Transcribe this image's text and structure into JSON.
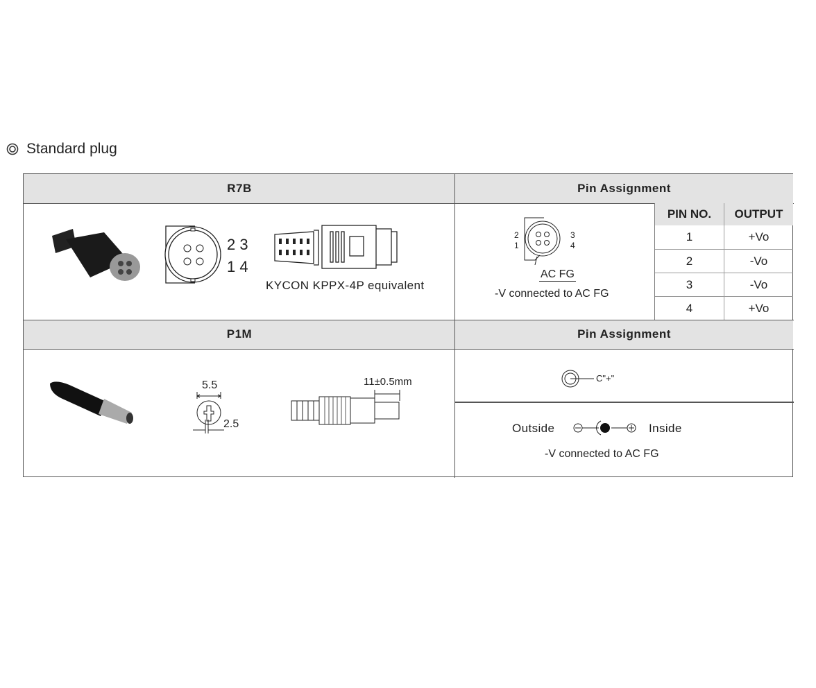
{
  "section_title": "Standard plug",
  "r7b": {
    "title": "R7B",
    "pin_labels_top": "2 3",
    "pin_labels_bottom": "1 4",
    "caption": "KYCON KPPX-4P equivalent"
  },
  "r7b_pins": {
    "title": "Pin Assignment",
    "diagram": {
      "l2": "2",
      "l1": "1",
      "l3": "3",
      "l4": "4",
      "acfg": "AC FG"
    },
    "note": "-V connected to AC FG",
    "table": {
      "headers": [
        "PIN NO.",
        "OUTPUT"
      ],
      "rows": [
        [
          "1",
          "+Vo"
        ],
        [
          "2",
          "-Vo"
        ],
        [
          "3",
          "-Vo"
        ],
        [
          "4",
          "+Vo"
        ]
      ]
    }
  },
  "p1m": {
    "title": "P1M",
    "dim_outer": "5.5",
    "dim_inner": "2.5",
    "dim_length": "11±0.5mm"
  },
  "p1m_pins": {
    "title": "Pin Assignment",
    "center_label": "C\"+\"",
    "outside": "Outside",
    "inside": "Inside",
    "note": "-V connected to AC FG"
  }
}
